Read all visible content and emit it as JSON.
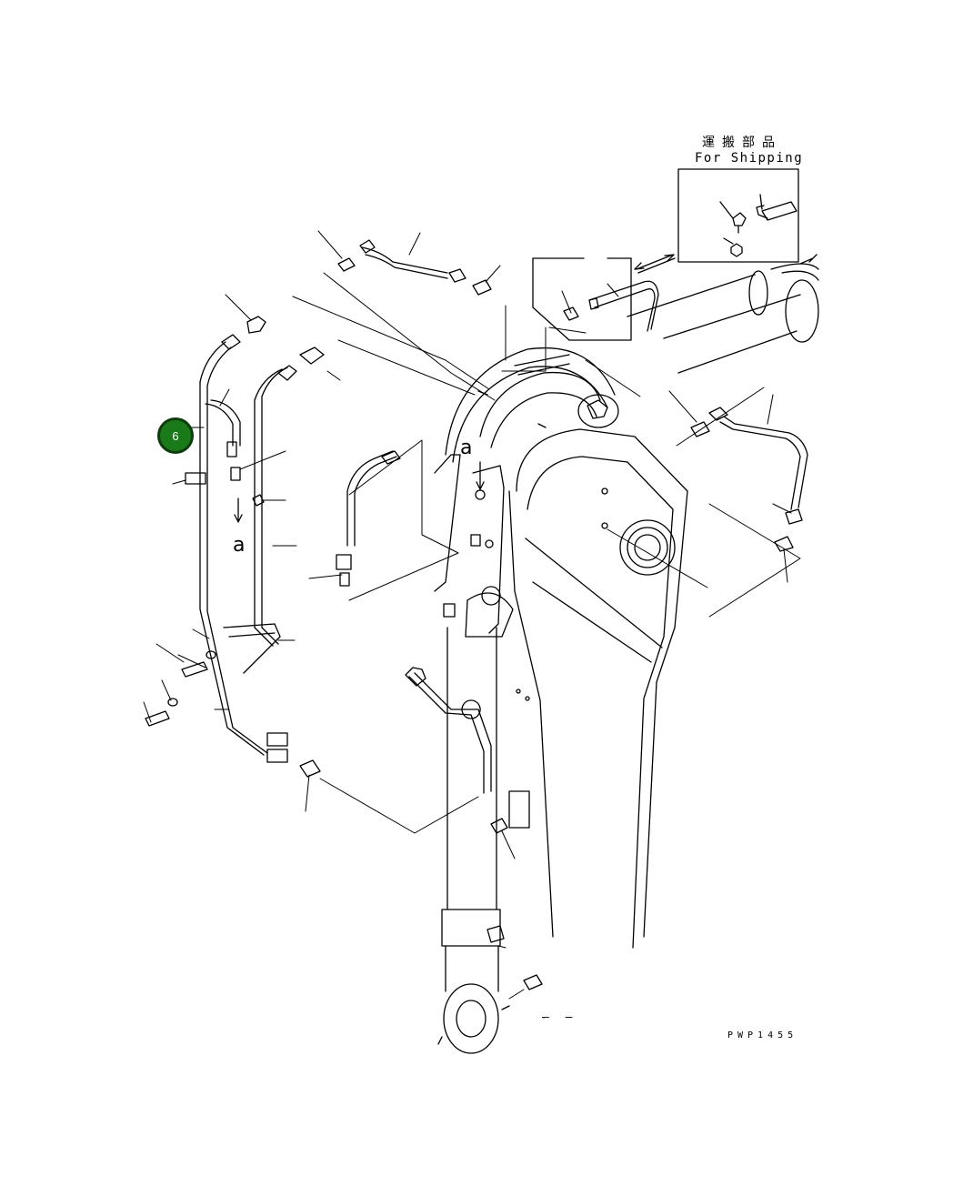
{
  "shipping_box": {
    "title_jp": "運搬部品",
    "title_en": "For Shipping"
  },
  "reference_marks": {
    "view_a_upper": "a",
    "view_a_lower": "a"
  },
  "callout": {
    "number": "6",
    "color": "#1a7a1a"
  },
  "footer": {
    "dash_mark": "– –",
    "drawing_code": "PWP1455"
  }
}
